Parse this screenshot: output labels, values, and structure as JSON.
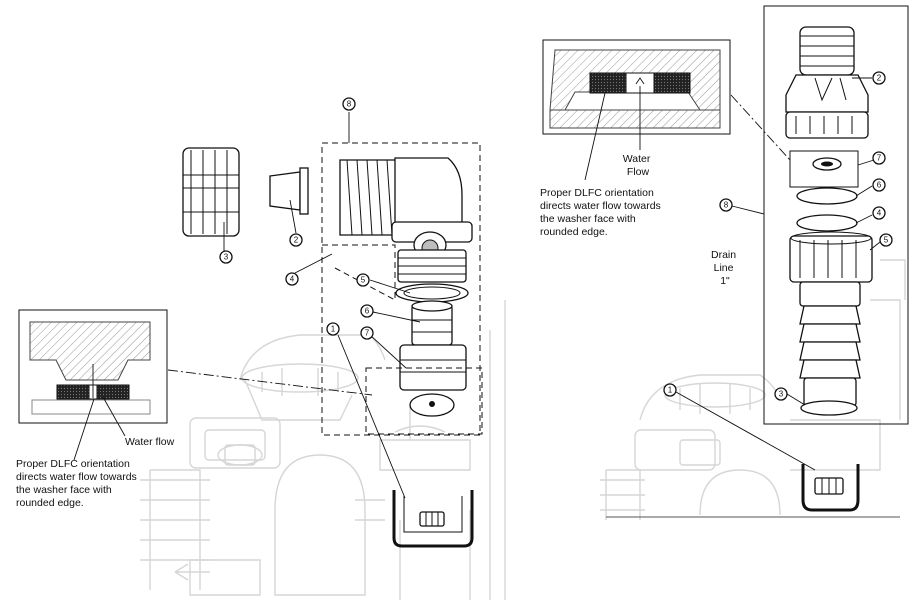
{
  "left_diagram": {
    "callouts": [
      "1",
      "2",
      "3",
      "4",
      "5",
      "6",
      "7",
      "8"
    ],
    "inset": {
      "flow_label": "Water flow",
      "note": [
        "Proper DLFC orientation",
        "directs water flow towards",
        "the washer face with",
        "rounded edge."
      ]
    }
  },
  "right_diagram": {
    "callouts": [
      "1",
      "2",
      "3",
      "4",
      "5",
      "6",
      "7",
      "8"
    ],
    "inset": {
      "flow_label": [
        "Water",
        "Flow"
      ],
      "note": [
        "Proper DLFC orientation",
        "directs water flow towards",
        "the washer face with",
        "rounded edge."
      ]
    },
    "drain_label": [
      "Drain",
      "Line",
      "1\""
    ]
  }
}
